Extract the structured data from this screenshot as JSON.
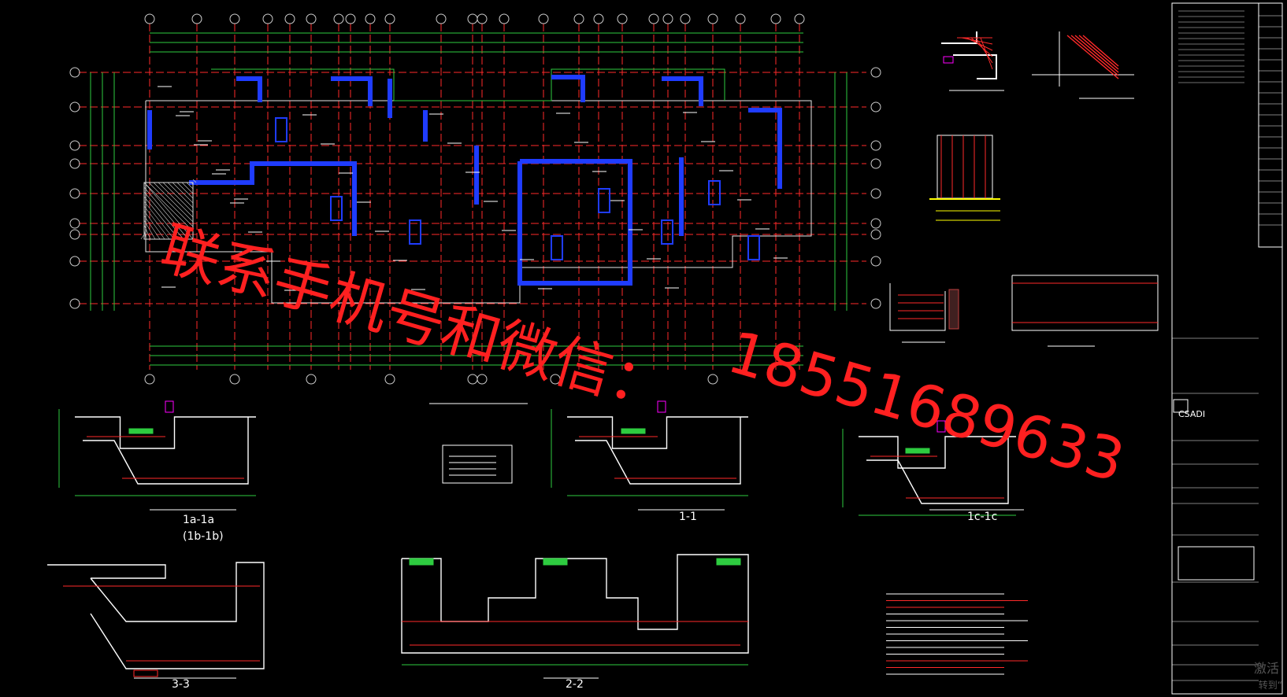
{
  "colors": {
    "bg": "#000000",
    "grid_red": "#ff2a2a",
    "dim_green": "#2ecc40",
    "wall_blue": "#1f3cff",
    "text_white": "#ffffff",
    "yellow": "#ffff00",
    "magenta": "#ff00ff",
    "cyan": "#00d0d0",
    "watermark_red": "#ff2020"
  },
  "section_labels": {
    "s1a": "1a-1a",
    "s1b": "(1b-1b)",
    "s11": "1-1",
    "s1c": "1c-1c",
    "s33": "3-3",
    "s22": "2-2"
  },
  "watermark": {
    "line1": "联系手机号和微信：",
    "line2": "18551689633"
  },
  "title_block": {
    "company_mark": "CSADI"
  },
  "windows_activation": {
    "line1": "激活",
    "line2": "转到“"
  }
}
